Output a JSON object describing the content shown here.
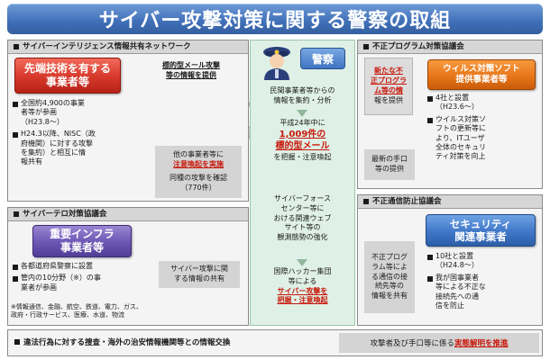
{
  "title": "サイバー攻撃対策に関する警察の取組",
  "left_top": {
    "header": "サイバーインテリジェンス情報共有ネットワーク",
    "entity_lines": [
      "先端技術を有する",
      "事業者等"
    ],
    "provide_lines": [
      "標的型メール攻撃",
      "等の情報を提供"
    ],
    "bullets": [
      [
        "全国約4,900の事業",
        "者等が参画",
        "（H23.8～）"
      ],
      [
        "H24.3以降、NISC（政",
        "府機関）に対する攻撃",
        "を集約）と相互に情",
        "報共有"
      ]
    ],
    "feedback_lines": [
      "他の事業者等に",
      "注意喚起を実施"
    ],
    "confirm_lines": [
      "同種の攻撃を確認",
      "（770件）"
    ]
  },
  "left_bottom": {
    "header": "サイバーテロ対策協議会",
    "entity_lines": [
      "重要インフラ",
      "事業者等"
    ],
    "bullets": [
      [
        "各都道府県警察に設置"
      ],
      [
        "管内の10分野（※）の事",
        "業者が参画"
      ]
    ],
    "share_lines": [
      "サイバー攻撃に関",
      "する情報の共有"
    ],
    "note_lines": [
      "※情報通信、金融、航空、鉄道、電力、ガス、",
      "政府・行政サービス、医療、水道、物流"
    ]
  },
  "center": {
    "badge": "警察",
    "collect_lines": [
      "民間事業者等からの",
      "情報を集約・分析"
    ],
    "year_line": "平成24年中に",
    "count_line": "1,009件の",
    "type_line": "標的型メール",
    "grasp_line": "を把握・注意喚起",
    "force_lines": [
      "サイバーフォース",
      "センター等に",
      "おける関連ウェブ",
      "サイト等の",
      "観測態勢の強化"
    ],
    "hacker_lines": [
      "国際ハッカー集団",
      "等による"
    ],
    "attack_line": "サイバー攻撃を",
    "alert_line": "把握・注意喚起"
  },
  "right_top": {
    "header": "不正プログラム対策協議会",
    "new_lines": [
      "新たな不",
      "正プログラ",
      "ム等の情",
      "報を提供"
    ],
    "entity_lines": [
      "ウィルス対策ソフト",
      "提供事業者等"
    ],
    "bullets": [
      [
        "4社と設置",
        "（H23.6～）"
      ],
      [
        "ウイルス対策ソ",
        "フトの更新等に",
        "より、ITユーザ",
        "全体のセキュリ",
        "ティ対策を向上"
      ]
    ],
    "latest_lines": [
      "最新の手口",
      "等の提供"
    ]
  },
  "right_bottom": {
    "header": "不正通信防止協議会",
    "entity_lines": [
      "セキュリティ",
      "関連事業者"
    ],
    "info_lines": [
      "不正プログ",
      "ラム等によ",
      "る通信の接",
      "続先等の",
      "情報を共有"
    ],
    "bullets": [
      [
        "10社と設置",
        "（H24.8～）"
      ],
      [
        "我が国事業者",
        "等による不正な",
        "接続先への通",
        "信を防止"
      ]
    ]
  },
  "bottom": {
    "left_text": "違法行為に対する捜査・海外の治安情報機関等との情報交換",
    "right_prefix": "攻撃者及び手口等に係る",
    "right_highlight": "実態解明を推進"
  },
  "colors": {
    "title_blue": "#3f6fb8",
    "red_entity": "#d6382a",
    "purple_entity": "#6c55b3",
    "orange_entity": "#e8761a",
    "blue_entity": "#3f77c8",
    "center_bg": "#dff0e6",
    "highlight_red": "#c8190c"
  }
}
